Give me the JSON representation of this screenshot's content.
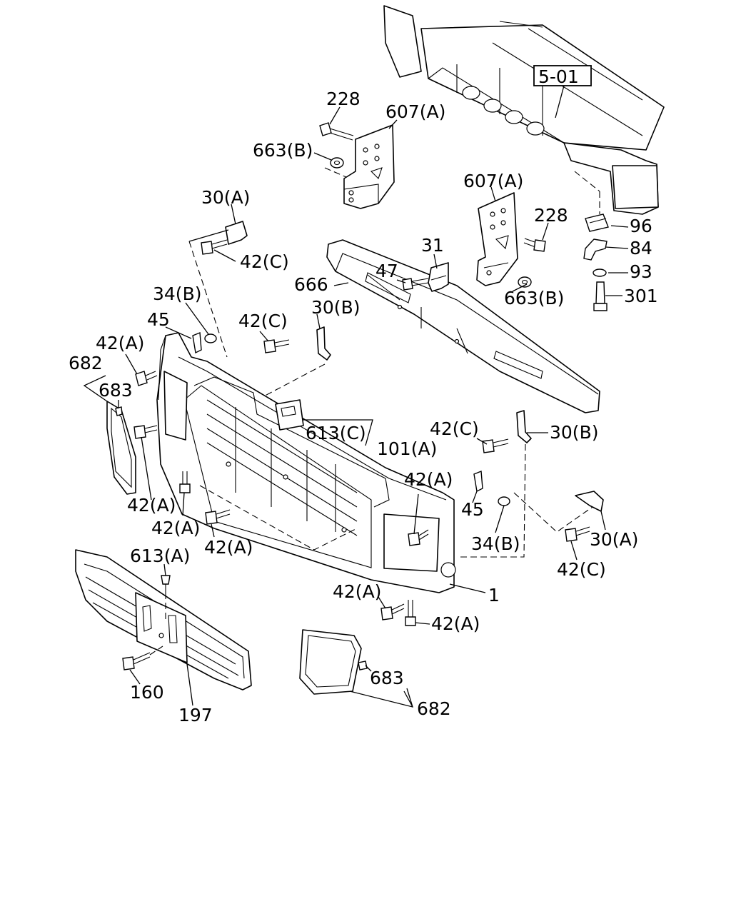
{
  "ref_box": "5-01",
  "labels": {
    "p228a": "228",
    "p607a_top": "607(A)",
    "p663b_top": "663(B)",
    "p607a_right": "607(A)",
    "p228b": "228",
    "p96": "96",
    "p84": "84",
    "p93": "93",
    "p301": "301",
    "p663b_right": "663(B)",
    "p30a_top": "30(A)",
    "p42c_top": "42(C)",
    "p31": "31",
    "p47": "47",
    "p666": "666",
    "p34b_left": "34(B)",
    "p45_left": "45",
    "p42c_mid": "42(C)",
    "p30b_mid": "30(B)",
    "p42a_left": "42(A)",
    "p682_left": "682",
    "p683_left": "683",
    "p613c": "613(C)",
    "p101a": "101(A)",
    "p42c_right": "42(C)",
    "p30b_right": "30(B)",
    "p42a_center": "42(A)",
    "p42a_l1": "42(A)",
    "p42a_l2": "42(A)",
    "p42a_l3": "42(A)",
    "p45_right": "45",
    "p34b_right": "34(B)",
    "p30a_right": "30(A)",
    "p42c_lowright": "42(C)",
    "p613a": "613(A)",
    "p1": "1",
    "p42a_b1": "42(A)",
    "p42a_b2": "42(A)",
    "p160": "160",
    "p197": "197",
    "p683_right": "683",
    "p682_right": "682"
  }
}
